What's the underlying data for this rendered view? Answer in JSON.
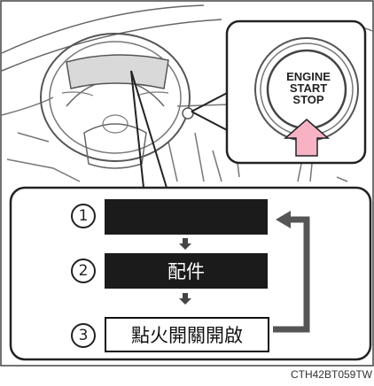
{
  "button": {
    "line1": "ENGINE",
    "line2": "START",
    "line3": "STOP"
  },
  "steps": [
    {
      "number": "1",
      "label": ""
    },
    {
      "number": "2",
      "label": "配件"
    },
    {
      "number": "3",
      "label": "點火開關開啟"
    }
  ],
  "image_code": "CTH42BT059TW",
  "colors": {
    "arrow_pink": "#f7b3c4",
    "box_dark": "#1b1b1b"
  }
}
